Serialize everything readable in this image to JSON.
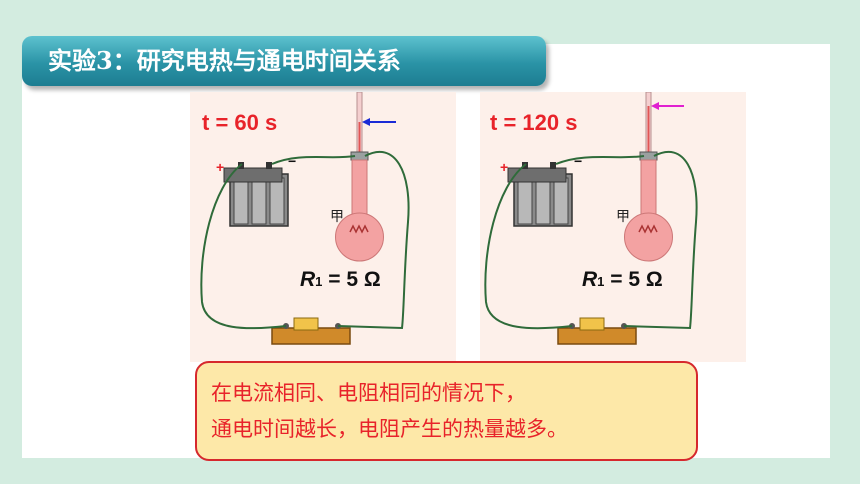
{
  "title": "实验3：研究电热与通电时间关系",
  "panels": [
    {
      "time": "t = 60 s",
      "flask_label": "甲",
      "resistor": {
        "symbol": "R",
        "subscript": "1",
        "value": "= 5 Ω"
      },
      "arrow_color": "#1a2bd6"
    },
    {
      "time": "t = 120 s",
      "flask_label": "甲",
      "resistor": {
        "symbol": "R",
        "subscript": "1",
        "value": "= 5 Ω"
      },
      "arrow_color": "#e020d0"
    }
  ],
  "conclusion": {
    "line1": "在电流相同、电阻相同的情况下，",
    "line2": "通电时间越长，电阻产生的热量越多。"
  },
  "colors": {
    "background": "#d3ece0",
    "banner": "#2a93a6",
    "accent_red": "#e8232a",
    "panel_bg": "#fdf0ea",
    "wire": "#2f6b3a",
    "conclusion_bg": "#fde8a8"
  }
}
